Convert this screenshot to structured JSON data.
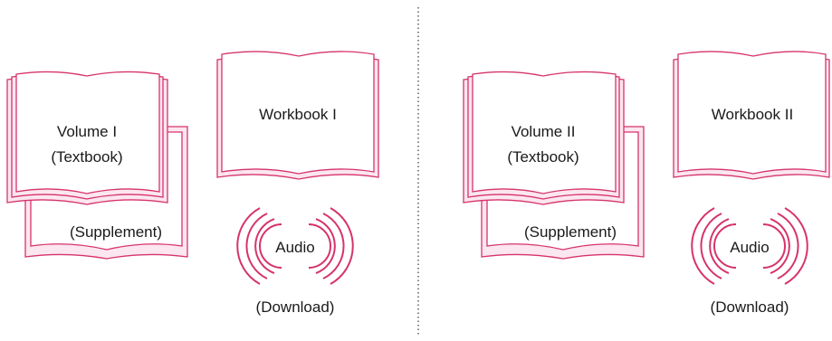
{
  "colors": {
    "book_stroke": "#d6336c",
    "book_fill": "#ffffff",
    "back_fill": "#fce6ef",
    "divider": "#444444",
    "text": "#1a1a1a"
  },
  "left_set": {
    "textbook": {
      "line1": "Volume I",
      "line2": "(Textbook)"
    },
    "supplement": "(Supplement)",
    "workbook": "Workbook I",
    "audio": {
      "label": "Audio",
      "caption": "(Download)"
    }
  },
  "right_set": {
    "textbook": {
      "line1": "Volume II",
      "line2": "(Textbook)"
    },
    "supplement": "(Supplement)",
    "workbook": "Workbook II",
    "audio": {
      "label": "Audio",
      "caption": "(Download)"
    }
  }
}
